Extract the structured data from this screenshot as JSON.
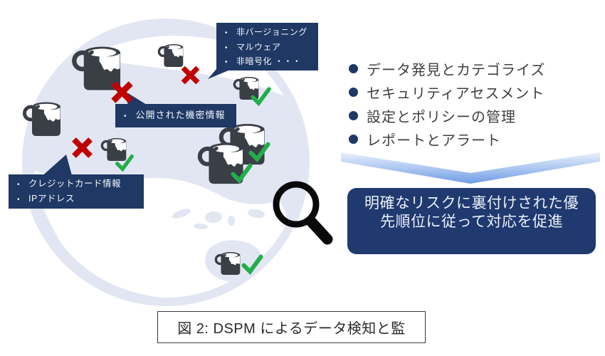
{
  "figure": {
    "map_callouts": {
      "risk_findings": {
        "items": [
          "非バージョニング",
          "マルウェア",
          "非暗号化 ・・・"
        ]
      },
      "exposed_secret": {
        "items": [
          "公開された機密情報"
        ]
      },
      "sensitive_data": {
        "items": [
          "クレジットカード情報",
          "IPアドレス"
        ]
      }
    },
    "capabilities": [
      "データ発見とカテゴライズ",
      "セキュリティアセスメント",
      "設定とポリシーの管理",
      "レポートとアラート"
    ],
    "result_box": "明確なリスクに裏付けされた優先順位に従って対応を促進",
    "caption": "図 2: DSPM によるデータ検知と監"
  },
  "icons": {
    "bucket": "paint-bucket (data store)",
    "cross": "risk cross mark",
    "check": "safe check mark",
    "magnifier": "magnifying glass (detection)"
  },
  "colors": {
    "callout_navy": "#1f3864",
    "result_box_blue": "#20396e",
    "cross_red": "#c00000",
    "check_green": "#23ad4b",
    "map_land": "#e2e6f2",
    "bucket_dark": "#3a3f46",
    "arrow_gradient_top": "#f0f5fd",
    "arrow_gradient_bottom": "#6f9ce6"
  }
}
